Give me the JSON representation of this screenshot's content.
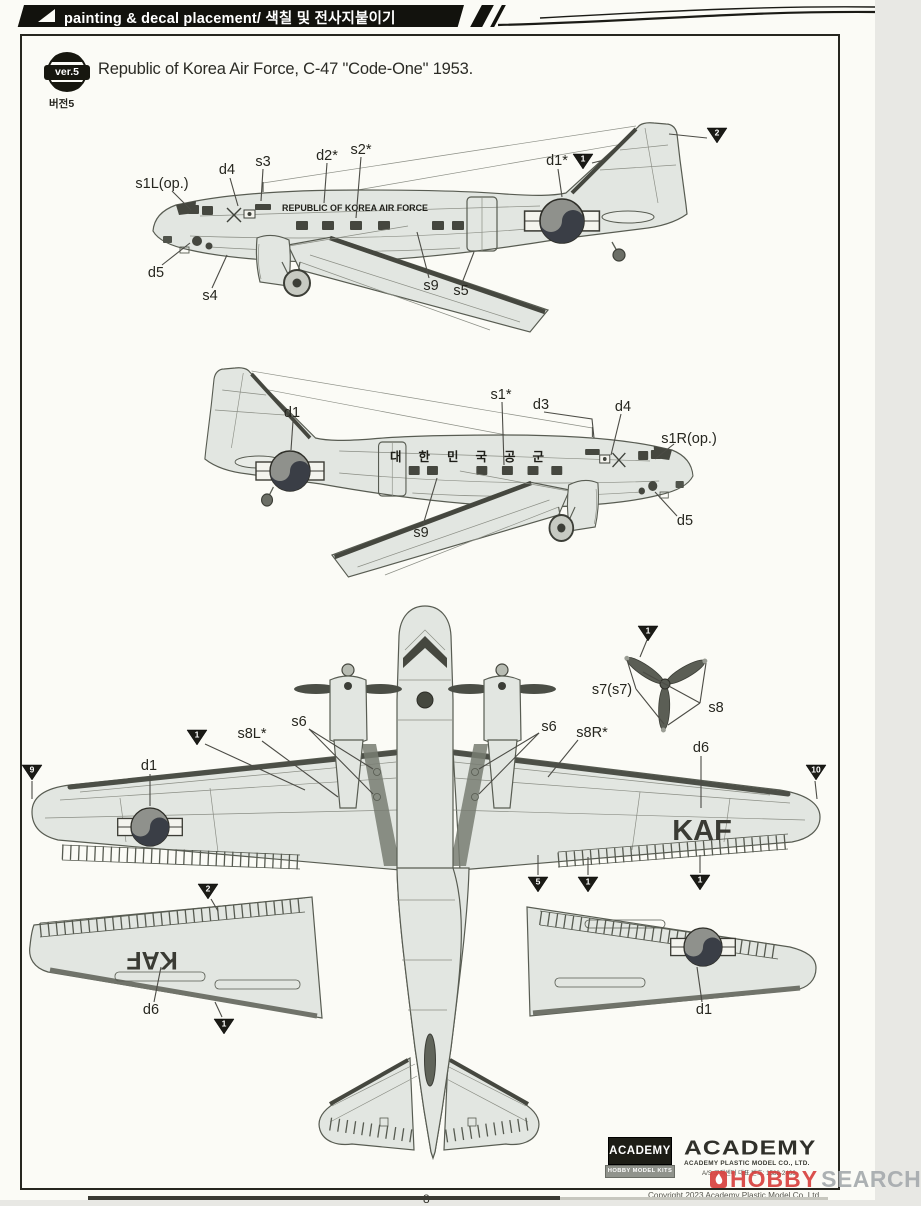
{
  "colors": {
    "paper": "#fbfbf6",
    "ink": "#26261f",
    "aircraft_fill": "#e2e6e1",
    "accent_red": "#d8413e",
    "watermark_gray": "#a6abae"
  },
  "header": {
    "title": "painting & decal placement/ 색칠 및 전사지붙이기"
  },
  "version": {
    "badge": "ver.5",
    "korean": "버전5"
  },
  "scheme_title": "Republic of Korea Air Force, C-47 \"Code-One\" 1953.",
  "aircraft_text": {
    "fuselage_en": "REPUBLIC OF KOREA AIR FORCE",
    "fuselage_ko": "대한민국공군",
    "wing_code": "KAF"
  },
  "labels": {
    "s1L": "s1L(op.)",
    "s1R": "s1R(op.)",
    "s1": "s1*",
    "s2": "s2*",
    "s3": "s3",
    "s4": "s4",
    "s5": "s5",
    "s6": "s6",
    "s7": "s7(s7)",
    "s8": "s8",
    "s8L": "s8L*",
    "s8R": "s8R*",
    "s9": "s9",
    "d1": "d1",
    "d1s": "d1*",
    "d2": "d2*",
    "d3": "d3",
    "d4": "d4",
    "d5": "d5",
    "d6": "d6"
  },
  "markers": {
    "n1": "1",
    "n2": "2",
    "n5": "5",
    "n9": "9",
    "n10": "10"
  },
  "footer": {
    "kits_name": "ACADEMY",
    "kits_sub": "HOBBY MODEL KITS",
    "brand": "ACADEMY",
    "company": "ACADEMY PLASTIC MODEL CO., LTD.",
    "service": "A/S 고객센터 대표 번호: 1588-2406",
    "copyright": "Copyright 2023 Academy Plastic Model Co. Ltd.",
    "page_number": "8"
  },
  "watermark": {
    "hobby": "HOBBY",
    "search": "SEARCH"
  }
}
